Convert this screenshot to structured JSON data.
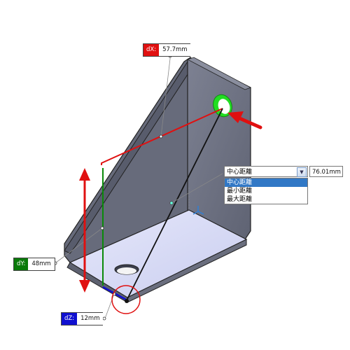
{
  "measurements": {
    "dx": {
      "label": "dX:",
      "value": "57.7mm",
      "color": "#e01010"
    },
    "dy": {
      "label": "dY:",
      "value": "48mm",
      "color": "#0a7a0a"
    },
    "dz": {
      "label": "dZ:",
      "value": "12mm",
      "color": "#1010d0"
    }
  },
  "distance_mode": {
    "selected": "中心距離",
    "options": [
      "中心距離",
      "最小距離",
      "最大距離"
    ],
    "active_index": 0,
    "value": "76.01mm"
  },
  "colors": {
    "part_face": "#6d7181",
    "part_base": "#d9dcf6",
    "highlight_hole": "#22dd22",
    "arrow_red": "#e01010",
    "selection_circle": "#e01010"
  },
  "icons": [
    "chevron-down-icon",
    "axis-triad-icon"
  ]
}
